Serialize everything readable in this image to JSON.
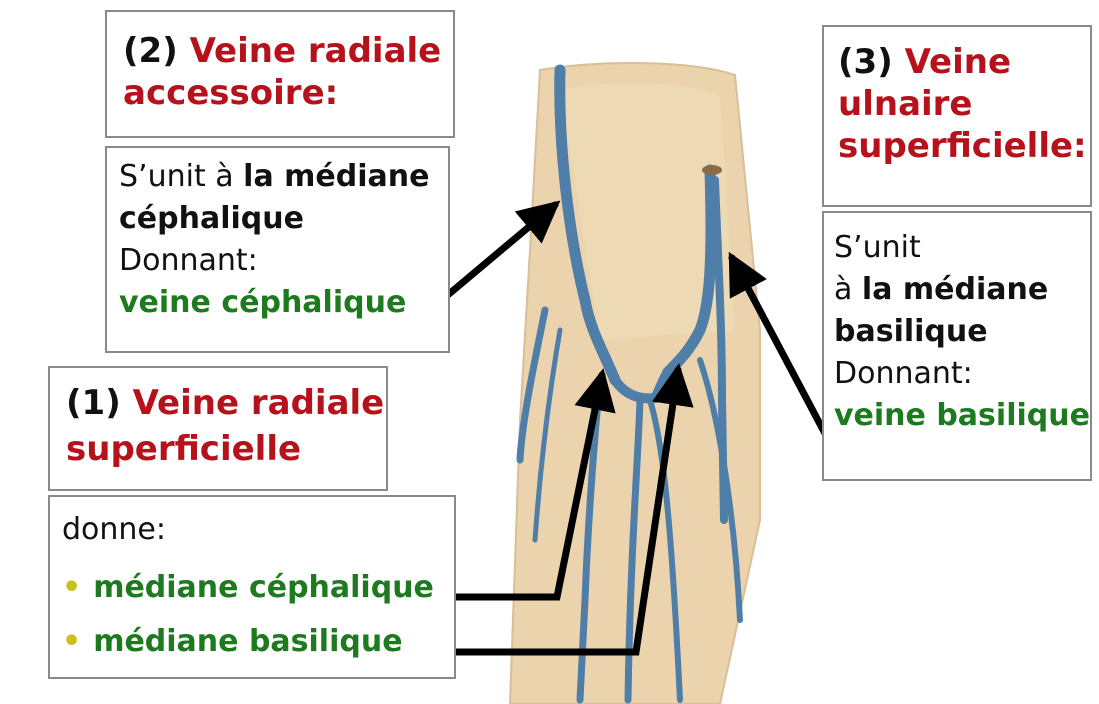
{
  "colors": {
    "accent_red": "#b5121b",
    "accent_green": "#1e7a1e",
    "vein_blue": "#4f7ea8",
    "skin": "#ead3ad",
    "bullet": "#c9c020"
  },
  "box2": {
    "num": "(2)",
    "title_line1": "Veine radiale",
    "title_line2": "accessoire:",
    "desc_pre": "S’unit à ",
    "desc_bold": "la médiane",
    "desc_bold2": "céphalique",
    "donnant": "Donnant:",
    "result": "veine céphalique"
  },
  "box1": {
    "num": "(1)",
    "title_line1": "Veine radiale",
    "title_line2": "superficielle",
    "donne": "donne:",
    "items": [
      "médiane céphalique",
      "médiane basilique"
    ]
  },
  "box3": {
    "num": "(3)",
    "title_line1": "Veine",
    "title_line2": "ulnaire",
    "title_line3": "superficielle:",
    "desc_pre": "S’unit",
    "desc_a": "à ",
    "desc_bold": "la médiane",
    "desc_bold2": "basilique",
    "donnant": "Donnant:",
    "result": "veine basilique"
  }
}
